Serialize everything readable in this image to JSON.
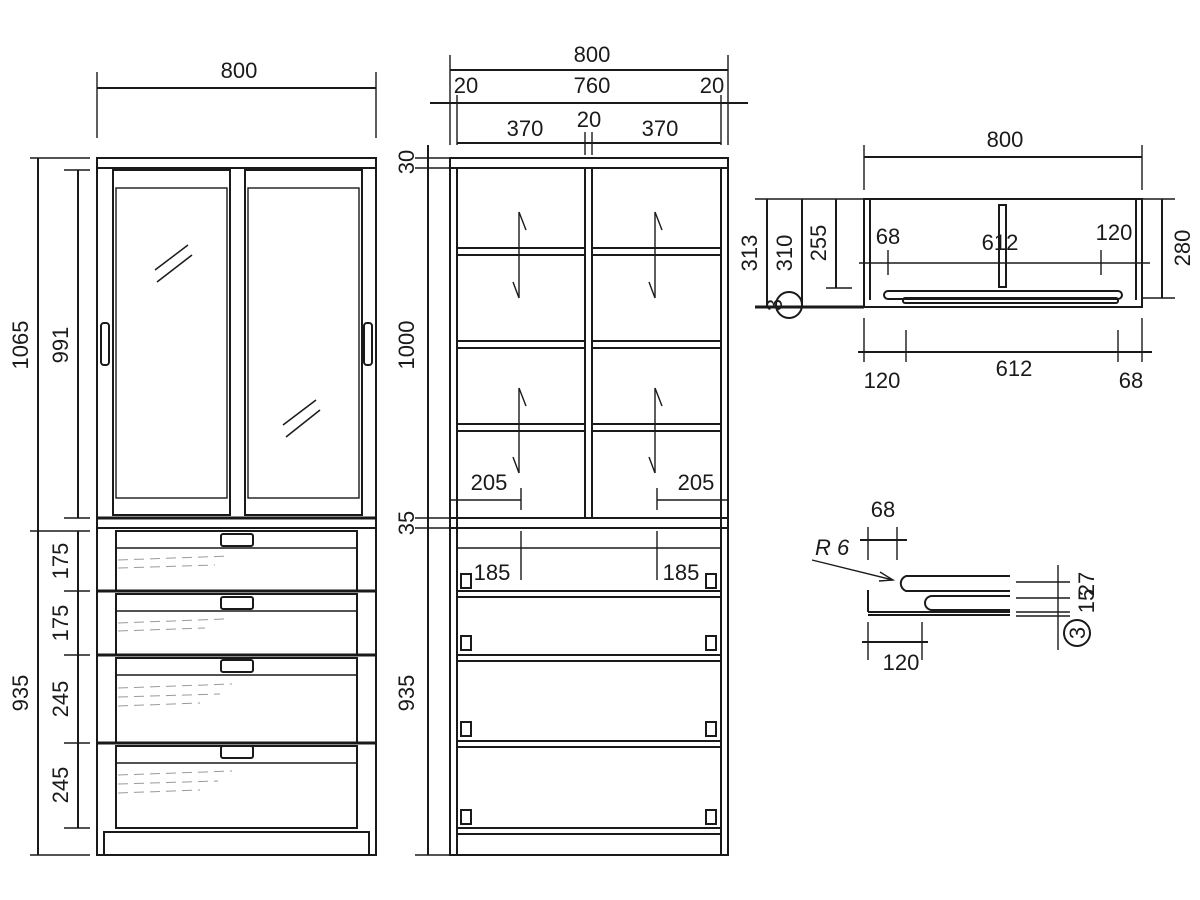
{
  "front_view": {
    "width_label": "800",
    "total_height_label": "1065",
    "upper_height_label": "991",
    "lower_height_label": "935",
    "drawer_labels": [
      "175",
      "175",
      "245",
      "245"
    ]
  },
  "inner_view": {
    "width_label": "800",
    "side_left_label": "20",
    "center_label": "760",
    "side_right_label": "20",
    "bay_left_label": "370",
    "divider_label": "20",
    "bay_right_label": "370",
    "top_label": "30",
    "upper_height_label": "1000",
    "mid_label": "35",
    "lower_height_label": "935",
    "shelf_left_label": "205",
    "shelf_right_label": "205",
    "drawer_left_label": "185",
    "drawer_right_label": "185"
  },
  "plan_view": {
    "width_label": "800",
    "depth_313_label": "313",
    "depth_310_label": "310",
    "depth_255_label": "255",
    "depth_280_label": "280",
    "top_68_label": "68",
    "top_612_label": "612",
    "top_120_label": "120",
    "bottom_120_label": "120",
    "bottom_612_label": "612",
    "bottom_68_label": "68",
    "circle_label": "3"
  },
  "rail_detail": {
    "radius_label": "R 6",
    "top_68_label": "68",
    "bottom_120_label": "120",
    "right_15_label": "15",
    "right_27_label": "27",
    "circle_label": "3"
  }
}
